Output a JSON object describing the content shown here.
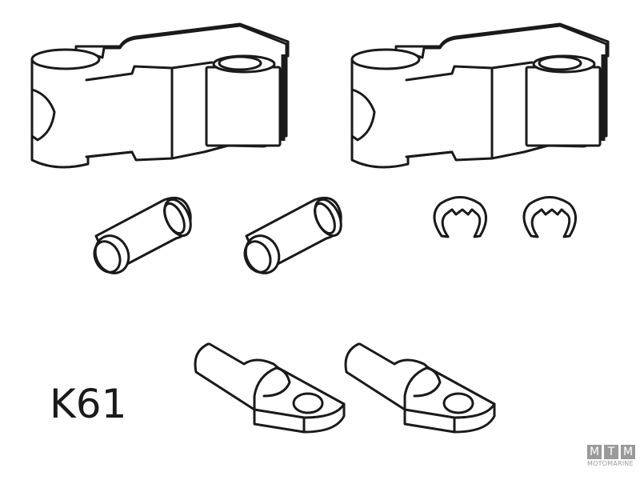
{
  "kit": {
    "code": "K61"
  },
  "logo": {
    "letters": [
      "M",
      "T",
      "M"
    ],
    "name": "MOTOMARINE",
    "color": "#9a9a9a"
  },
  "parts": [
    {
      "name": "bracket",
      "quantity": 2
    },
    {
      "name": "pin-bushing",
      "quantity": 2
    },
    {
      "name": "e-clip",
      "quantity": 2
    },
    {
      "name": "cable-lug",
      "quantity": 2
    }
  ],
  "colors": {
    "line": "#1a1a1a",
    "background": "#ffffff"
  }
}
